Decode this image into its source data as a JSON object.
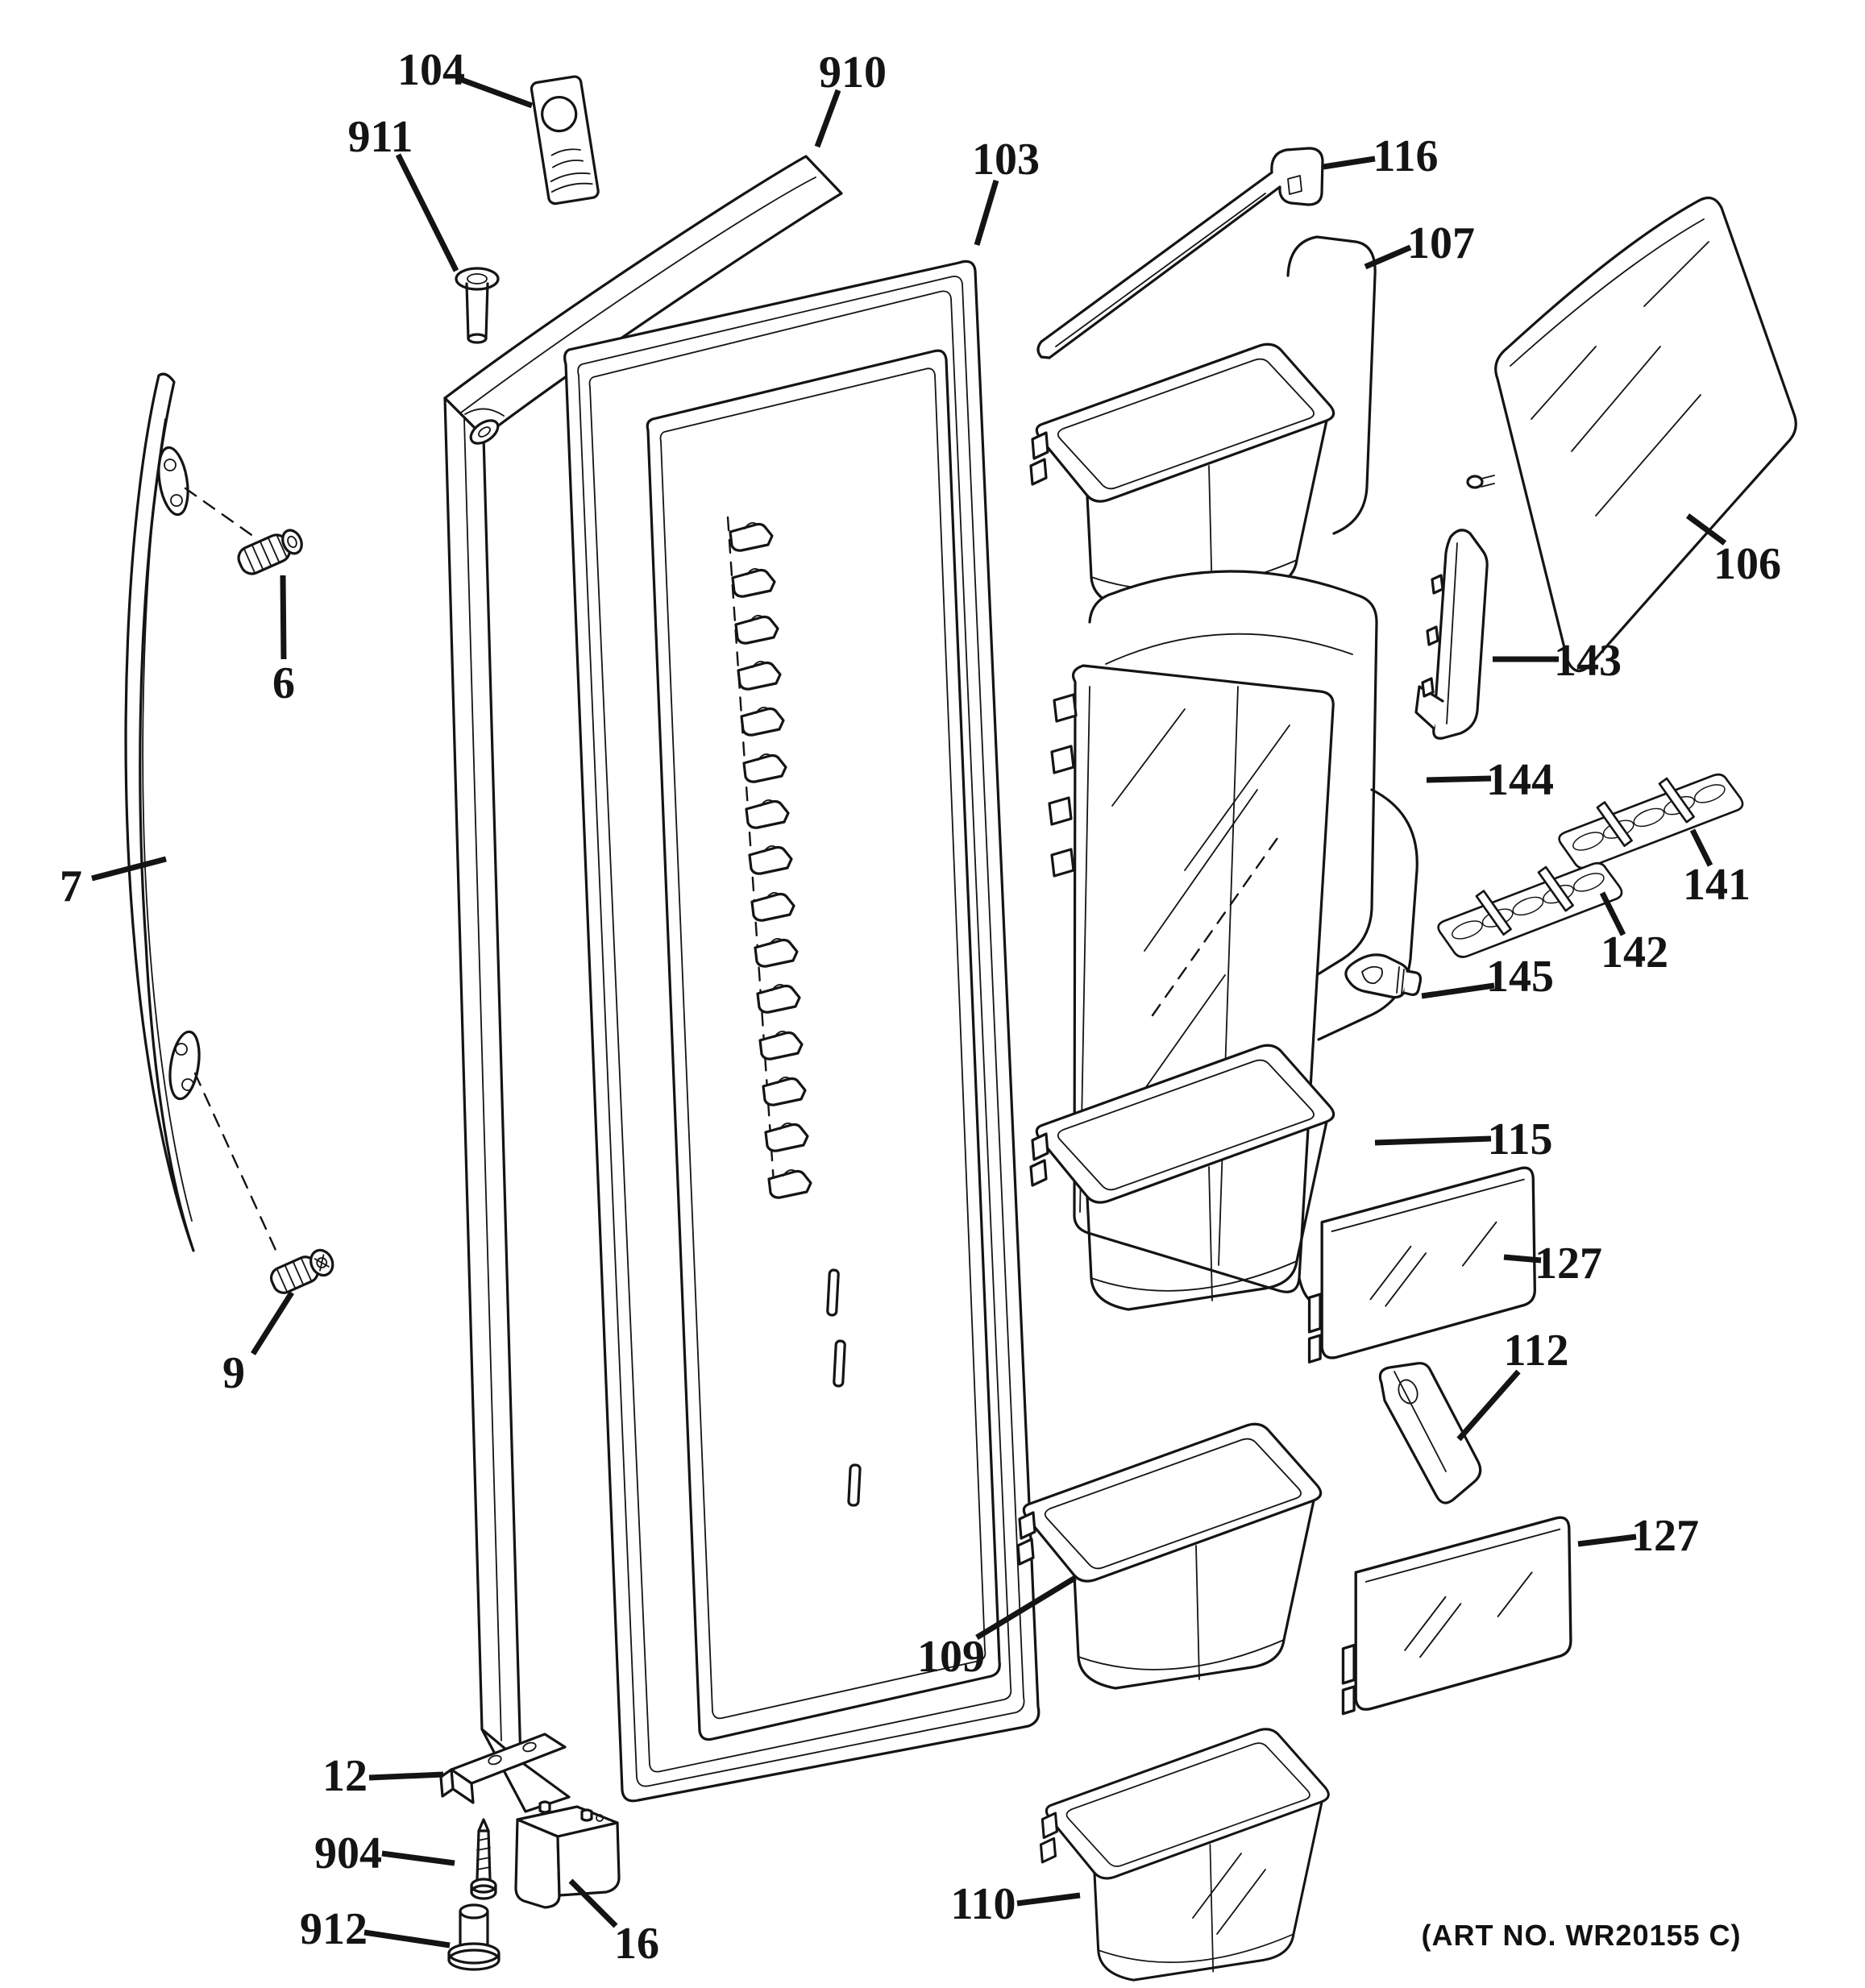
{
  "diagram": {
    "art_no": "(ART NO. WR20155 C)",
    "ink": "#141414",
    "background": "#ffffff"
  },
  "callouts": {
    "c104": {
      "label": "104"
    },
    "c911": {
      "label": "911"
    },
    "c910": {
      "label": "910"
    },
    "c103": {
      "label": "103"
    },
    "c116": {
      "label": "116"
    },
    "c107": {
      "label": "107"
    },
    "c106": {
      "label": "106"
    },
    "c143": {
      "label": "143"
    },
    "c144": {
      "label": "144"
    },
    "c141": {
      "label": "141"
    },
    "c142": {
      "label": "142"
    },
    "c145": {
      "label": "145"
    },
    "c115": {
      "label": "115"
    },
    "c127a": {
      "label": "127"
    },
    "c112": {
      "label": "112"
    },
    "c127b": {
      "label": "127"
    },
    "c109": {
      "label": "109"
    },
    "c110": {
      "label": "110"
    },
    "c7": {
      "label": "7"
    },
    "c6": {
      "label": "6"
    },
    "c9": {
      "label": "9"
    },
    "c12": {
      "label": "12"
    },
    "c904": {
      "label": "904"
    },
    "c912": {
      "label": "912"
    },
    "c16": {
      "label": "16"
    }
  }
}
